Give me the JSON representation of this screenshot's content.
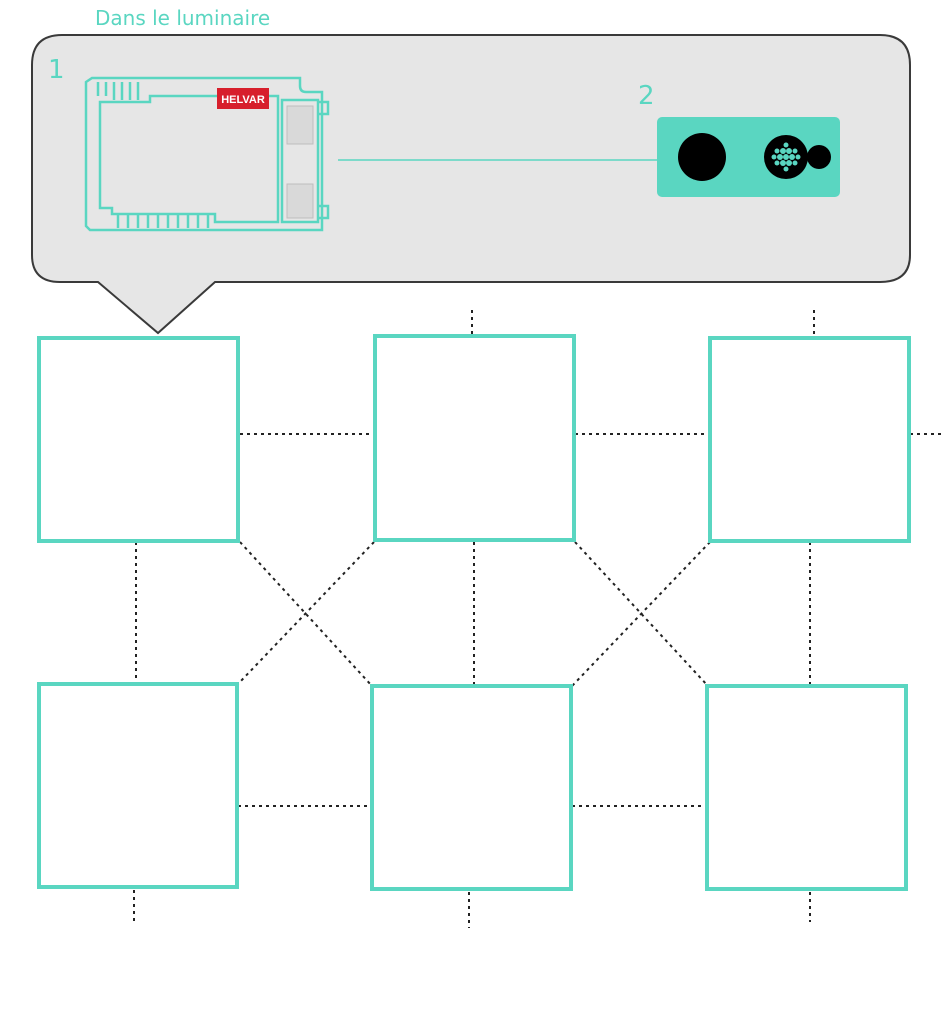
{
  "callout": {
    "caption": "Dans le luminaire",
    "driver_number": "1",
    "sensor_number": "2",
    "brand_label": "HELVAR"
  },
  "colors": {
    "accent": "#5ad6c1",
    "callout_fill": "#e6e6e6",
    "callout_stroke": "#3a3a3a",
    "brand_red": "#d71f2c",
    "link": "#222222"
  },
  "grid": {
    "rows": 2,
    "columns": 3,
    "link_style": "dotted"
  },
  "icons": {
    "driver": "led-driver-icon",
    "sensor": "sensor-module-icon",
    "lens": "lens-icon",
    "connector": "connector-icon"
  }
}
